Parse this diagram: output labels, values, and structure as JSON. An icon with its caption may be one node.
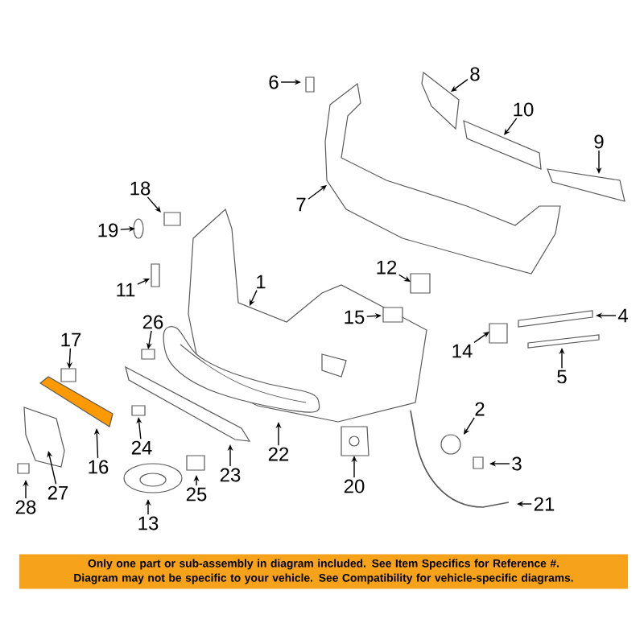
{
  "diagram": {
    "nodes": [
      {
        "text": [
          "6"
        ]
      },
      {
        "text": [
          "8"
        ]
      },
      {
        "text": [
          "10"
        ]
      },
      {
        "text": [
          "9"
        ]
      },
      {
        "text": [
          "7"
        ]
      },
      {
        "text": [
          "18"
        ]
      },
      {
        "text": [
          "19"
        ]
      },
      {
        "text": [
          "11"
        ]
      },
      {
        "text": [
          "1"
        ]
      },
      {
        "text": [
          "12"
        ]
      },
      {
        "text": [
          "15"
        ]
      },
      {
        "text": [
          "4"
        ]
      },
      {
        "text": [
          "14"
        ]
      },
      {
        "text": [
          "5"
        ]
      },
      {
        "text": [
          "26"
        ]
      },
      {
        "text": [
          "17"
        ]
      },
      {
        "text": [
          "2"
        ]
      },
      {
        "text": [
          "24"
        ]
      },
      {
        "text": [
          "16"
        ]
      },
      {
        "text": [
          "22"
        ]
      },
      {
        "text": [
          "20"
        ]
      },
      {
        "text": [
          "3"
        ]
      },
      {
        "text": [
          "23"
        ]
      },
      {
        "text": [
          "25"
        ]
      },
      {
        "text": [
          "27"
        ]
      },
      {
        "text": [
          "13"
        ]
      },
      {
        "text": [
          "28"
        ]
      },
      {
        "text": [
          "21"
        ]
      },
      {
        "text": [
          "Only one part or sub-assembly in diagram included. See Item Specifics for Reference #. Diagram may not be specific to your vehicle. See Compatibility for vehicle-specific diagrams."
        ]
      }
    ],
    "edges": [
      {
        "from": 0,
        "to": null,
        "arrow": "to"
      },
      {
        "from": 1,
        "to": null,
        "arrow": "to"
      },
      {
        "from": 2,
        "to": null,
        "arrow": "to"
      },
      {
        "from": 3,
        "to": null,
        "arrow": "to"
      },
      {
        "from": 4,
        "to": null,
        "arrow": "to"
      },
      {
        "from": 5,
        "to": null,
        "arrow": "to"
      },
      {
        "from": 6,
        "to": null,
        "arrow": "to"
      },
      {
        "from": 7,
        "to": null,
        "arrow": "to"
      },
      {
        "from": 8,
        "to": null,
        "arrow": "to"
      },
      {
        "from": 9,
        "to": null,
        "arrow": "to"
      },
      {
        "from": 10,
        "to": null,
        "arrow": "to"
      },
      {
        "from": 11,
        "to": null,
        "arrow": "to"
      },
      {
        "from": 12,
        "to": null,
        "arrow": "to"
      },
      {
        "from": 13,
        "to": null,
        "arrow": "to"
      },
      {
        "from": 14,
        "to": null,
        "arrow": "to"
      },
      {
        "from": 15,
        "to": null,
        "arrow": "to"
      },
      {
        "from": 16,
        "to": null,
        "arrow": "to"
      },
      {
        "from": 17,
        "to": null,
        "arrow": "to"
      },
      {
        "from": 18,
        "to": null,
        "arrow": "to"
      },
      {
        "from": 19,
        "to": null,
        "arrow": "to"
      },
      {
        "from": 20,
        "to": null,
        "arrow": "to"
      },
      {
        "from": 21,
        "to": null,
        "arrow": "to"
      },
      {
        "from": 22,
        "to": null,
        "arrow": "to"
      },
      {
        "from": 23,
        "to": null,
        "arrow": "to"
      },
      {
        "from": 24,
        "to": null,
        "arrow": "to"
      },
      {
        "from": 25,
        "to": null,
        "arrow": "to"
      },
      {
        "from": 26,
        "to": null,
        "arrow": "to"
      },
      {
        "from": 27,
        "to": null,
        "arrow": "to"
      }
    ]
  }
}
